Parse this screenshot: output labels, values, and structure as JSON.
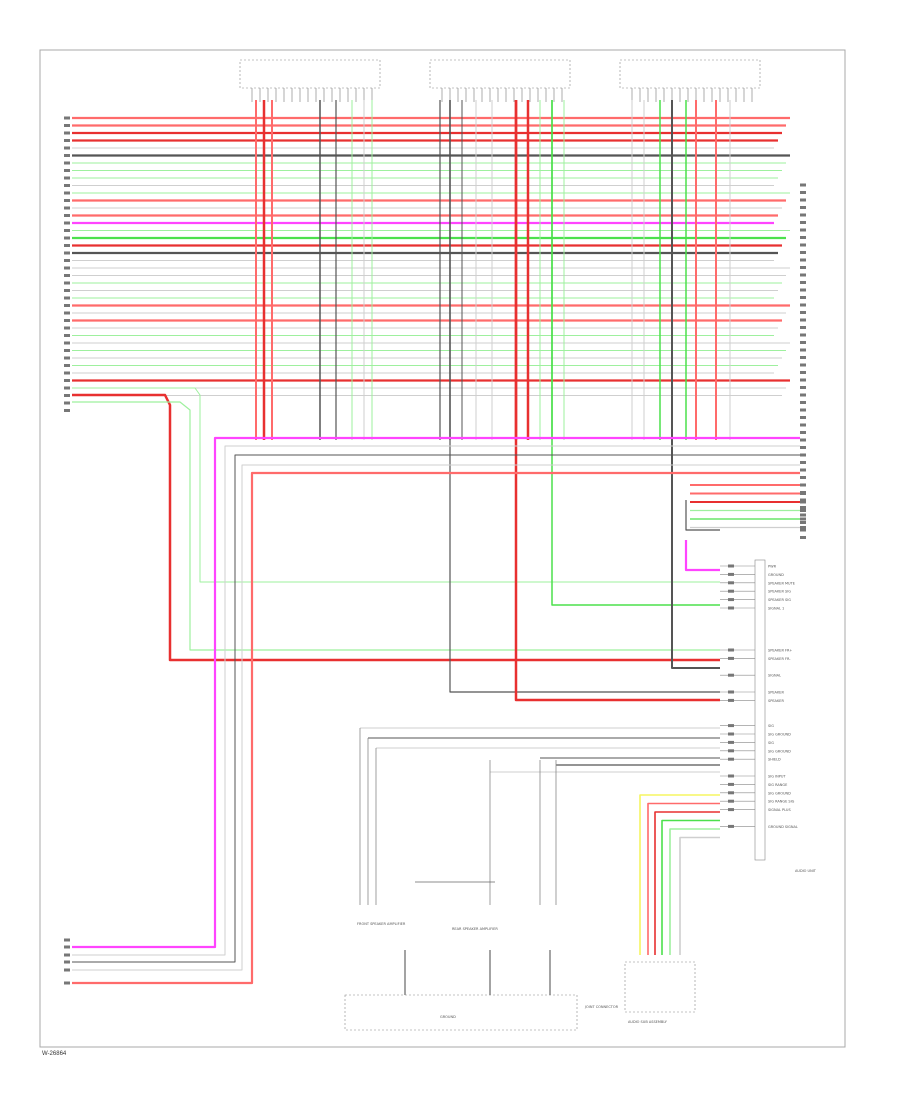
{
  "footer_code": "W-26864",
  "colors": {
    "red": "#ff6b6b",
    "dark_red": "#e83030",
    "green": "#4ce04c",
    "light_green": "#9ef09e",
    "pink": "#ff44ff",
    "gray": "#9a9a9a",
    "light_gray": "#cfcfcf",
    "dark_gray": "#555555",
    "yellow": "#f5f560",
    "frame": "#a8a8a8"
  },
  "right_connector": {
    "pins": [
      "PWR",
      "GROUND",
      "SPEAKER MUTE",
      "SPEAKER SIG",
      "SPEAKER SIG",
      "SIGNAL 1",
      "",
      "",
      "",
      "",
      "SPEAKER FR+",
      "SPEAKER FR-",
      "",
      "SIGNAL",
      "",
      "SPEAKER",
      "SPEAKER",
      "",
      "",
      "SIG",
      "SIG GROUND",
      "SIG",
      "SIG GROUND",
      "SHIELD",
      "",
      "SIG INPUT",
      "SIG RANGE",
      "SIG GROUND",
      "SIG RANGE SIG",
      "SIGNAL PLUS",
      "",
      "GROUND SIGNAL"
    ],
    "note": "AUDIO UNIT"
  },
  "bottom_labels": {
    "left_module": "FRONT SPEAKER AMPLIFIER",
    "center_module": "REAR SPEAKER AMPLIFIER",
    "right_module": "AUDIO SUB ASSEMBLY",
    "bottom_center": "GROUND",
    "junction": "JOINT CONNECTOR"
  }
}
